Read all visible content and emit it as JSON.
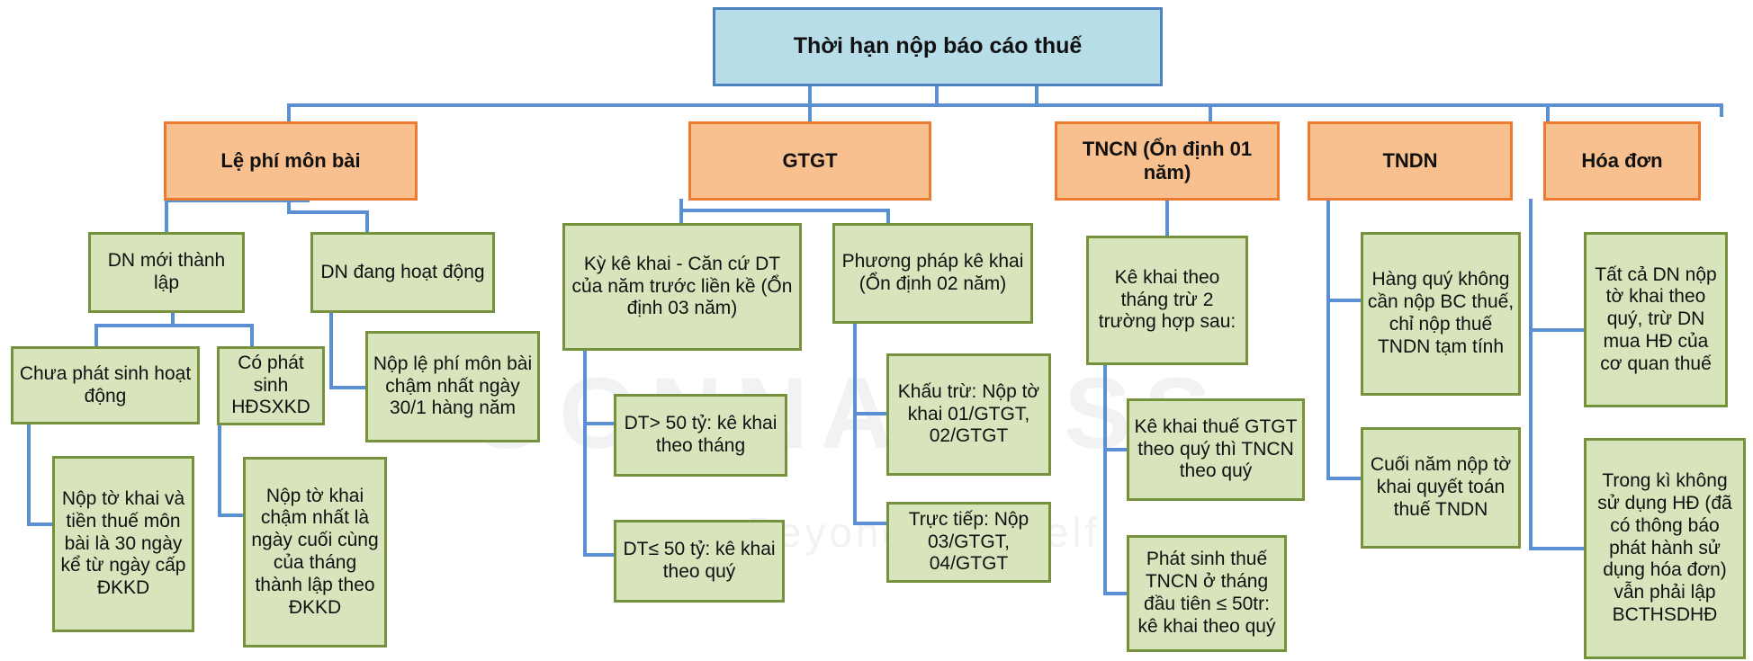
{
  "colors": {
    "connector": "#5b8fd4",
    "root_fill": "#b7dde8",
    "root_border": "#4f81bd",
    "category_fill": "#f9c08f",
    "category_border": "#ec7a30",
    "leaf_fill": "#d7e4bc",
    "leaf_border": "#76923c"
  },
  "watermark": {
    "name": "GONNAPASS",
    "tagline": "Beyond Yourself"
  },
  "root": {
    "label": "Thời hạn nộp báo cáo thuế"
  },
  "categories": {
    "le_phi": "Lệ phí môn bài",
    "gtgt": "GTGT",
    "tncn": "TNCN (Ổn định 01 năm)",
    "tndn": "TNDN",
    "hoa_don": "Hóa đơn"
  },
  "le_phi": {
    "dn_moi": "DN mới thành lập",
    "dn_dang": "DN đang hoạt động",
    "chua_phat_sinh": "Chưa phát sinh hoạt động",
    "co_phat_sinh": "Có phát sinh HĐSXKD",
    "nop_le_phi": "Nộp lệ phí môn bài chậm nhất ngày 30/1 hàng năm",
    "nop_to_khai_30": "Nộp tờ khai và tiền thuế môn bài là 30 ngày kể từ ngày cấp ĐKKD",
    "nop_to_khai_cuoi": "Nộp tờ khai chậm nhất là ngày cuối cùng của tháng thành lập theo ĐKKD"
  },
  "gtgt": {
    "ky_ke_khai": "Kỳ kê khai - Căn cứ DT của năm trước liền kề (Ổn định 03 năm)",
    "phuong_phap": "Phương pháp kê khai (Ổn định 02 năm)",
    "dt_lon": "DT> 50 tỷ: kê khai theo tháng",
    "dt_nho": "DT≤ 50 tỷ: kê khai theo quý",
    "khau_tru": "Khấu trừ: Nộp tờ khai 01/GTGT, 02/GTGT",
    "truc_tiep": "Trực tiếp: Nộp 03/GTGT, 04/GTGT"
  },
  "tncn": {
    "ke_khai_thang": "Kê khai theo tháng trừ 2 trường hợp sau:",
    "case_quy": "Kê khai thuế GTGT theo quý thì TNCN theo quý",
    "case_50tr": "Phát sinh thuế TNCN ở tháng đầu tiên ≤ 50tr: kê khai theo quý"
  },
  "tndn": {
    "hang_quy": "Hàng quý không cần nộp BC thuế, chỉ nộp thuế TNDN tạm tính",
    "cuoi_nam": "Cuối năm nộp tờ khai quyết toán thuế TNDN"
  },
  "hoa_don": {
    "tat_ca": "Tất cả DN nộp tờ khai theo quý, trừ DN mua HĐ của cơ quan thuế",
    "trong_ki": "Trong kì không sử dụng HĐ (đã có thông báo phát hành sử dụng hóa đơn) vẫn phải lập BCTHSDHĐ"
  }
}
